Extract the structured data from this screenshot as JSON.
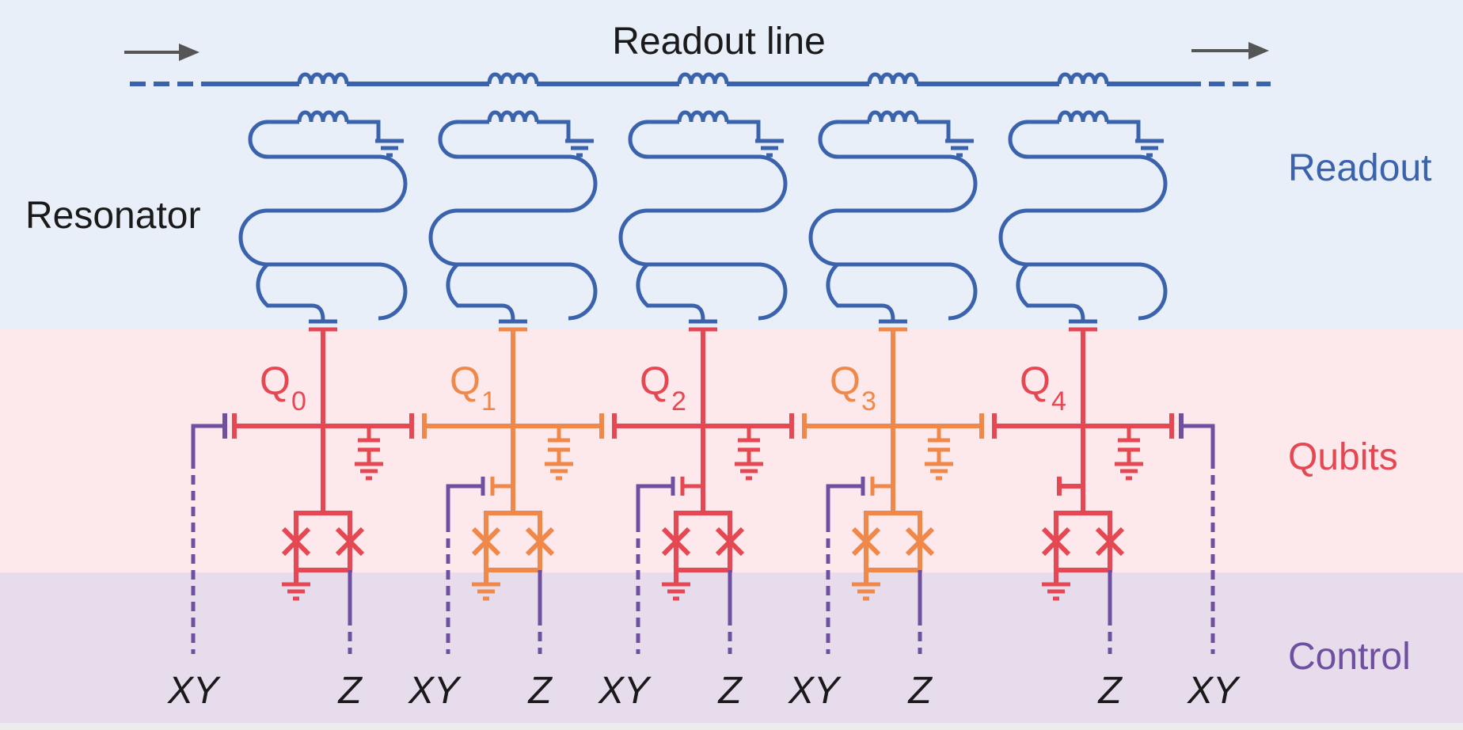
{
  "readout_line_label": "Readout line",
  "resonator_label": "Resonator",
  "sections": {
    "readout": "Readout",
    "qubits": "Qubits",
    "control": "Control"
  },
  "qubits": [
    {
      "main": "Q",
      "sub": "0",
      "tone": "red"
    },
    {
      "main": "Q",
      "sub": "1",
      "tone": "orange"
    },
    {
      "main": "Q",
      "sub": "2",
      "tone": "red"
    },
    {
      "main": "Q",
      "sub": "3",
      "tone": "orange"
    },
    {
      "main": "Q",
      "sub": "4",
      "tone": "red"
    }
  ],
  "line_labels": {
    "xy": "XY",
    "z": "Z"
  },
  "colors": {
    "readout_band": "#e8eff9",
    "qubit_band": "#fde8eb",
    "control_band": "#e7dcec",
    "readout_blue": "#3b63ad",
    "qubit_red": "#e54852",
    "qubit_orange": "#f0884a",
    "control_purple": "#6e4fa0",
    "text_dark": "#1a1a1a",
    "arrow_gray": "#555555"
  }
}
